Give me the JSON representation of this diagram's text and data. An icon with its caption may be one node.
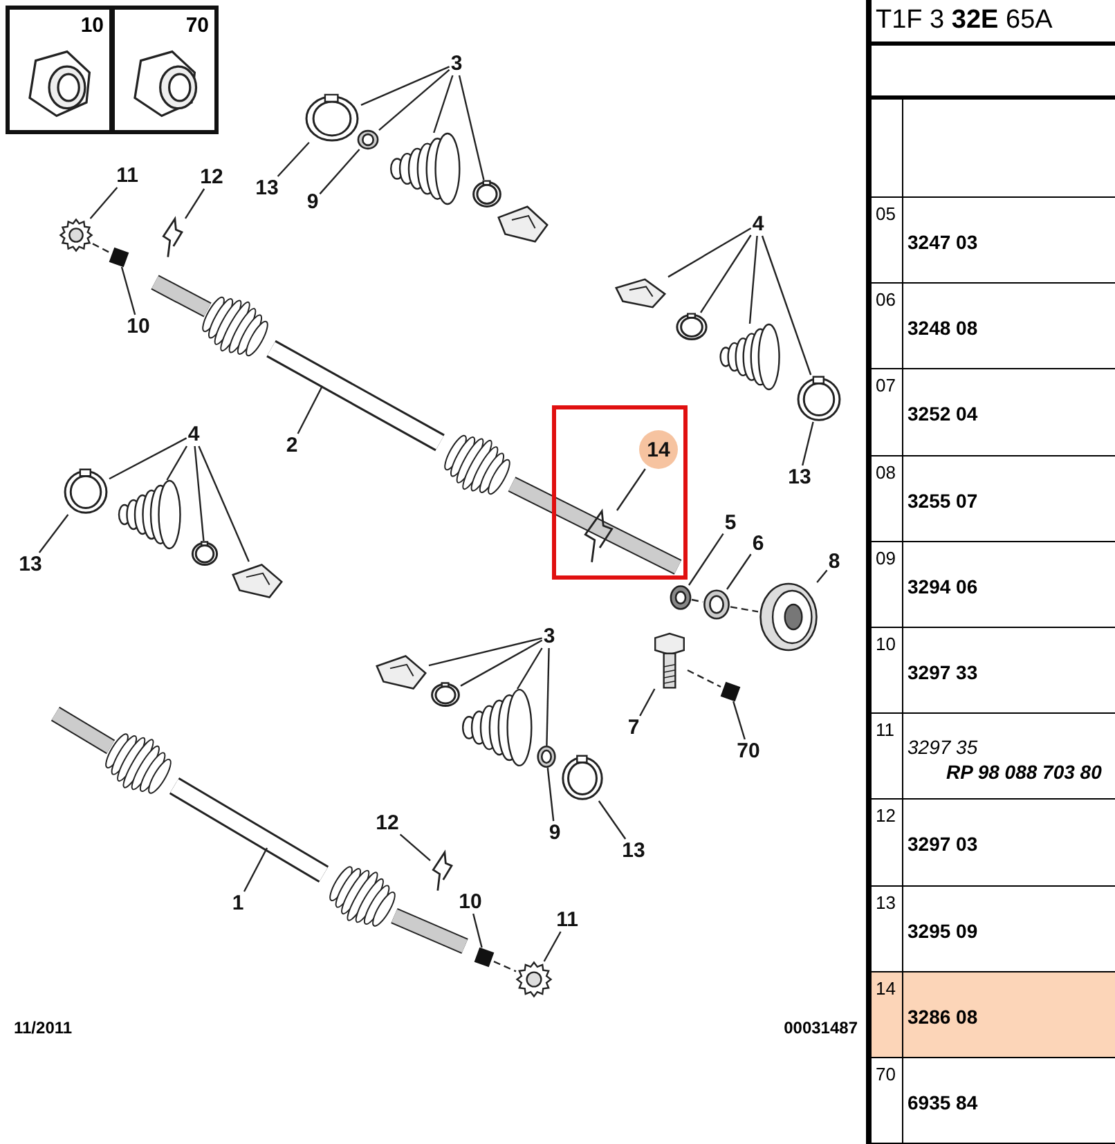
{
  "diagram": {
    "nodes": [
      {
        "text": [
          "10"
        ]
      },
      {
        "text": [
          "70"
        ]
      },
      {
        "text": [
          "3"
        ]
      },
      {
        "text": [
          "13"
        ]
      },
      {
        "text": [
          "9"
        ]
      },
      {
        "text": [
          "11"
        ]
      },
      {
        "text": [
          "12"
        ]
      },
      {
        "text": [
          "4"
        ]
      },
      {
        "text": [
          "10"
        ]
      },
      {
        "text": [
          "2"
        ]
      },
      {
        "text": [
          "4"
        ]
      },
      {
        "text": [
          "14"
        ],
        "in": 34
      },
      {
        "text": [
          "13"
        ]
      },
      {
        "text": [
          "5"
        ]
      },
      {
        "text": [
          "6"
        ]
      },
      {
        "text": [
          "8"
        ]
      },
      {
        "text": [
          "13"
        ]
      },
      {
        "text": [
          "3"
        ]
      },
      {
        "text": [
          "7"
        ]
      },
      {
        "text": [
          "70"
        ]
      },
      {
        "text": [
          "12"
        ]
      },
      {
        "text": [
          "9"
        ]
      },
      {
        "text": [
          "13"
        ]
      },
      {
        "text": [
          "1"
        ]
      },
      {
        "text": [
          "10"
        ]
      },
      {
        "text": [
          "11"
        ]
      },
      {
        "text": [],
        "shape": "picture"
      },
      {
        "text": [],
        "shape": "picture"
      },
      {
        "text": [],
        "shape": "picture"
      },
      {
        "text": [],
        "shape": "picture"
      },
      {
        "text": [],
        "shape": "picture"
      },
      {
        "text": [],
        "shape": "picture"
      },
      {
        "text": [],
        "shape": "picture"
      },
      {
        "text": [],
        "shape": "box"
      },
      {
        "text": [],
        "shape": "box"
      },
      {
        "text": [],
        "shape": "picture"
      },
      {
        "text": [],
        "shape": "picture"
      },
      {
        "text": [],
        "shape": "picture"
      },
      {
        "text": [],
        "shape": "picture"
      },
      {
        "text": [],
        "shape": "picture"
      },
      {
        "text": [],
        "shape": "picture"
      },
      {
        "text": [],
        "shape": "picture"
      },
      {
        "text": [],
        "shape": "picture"
      },
      {
        "text": [],
        "shape": "picture",
        "in": 34
      },
      {
        "text": [],
        "shape": "picture"
      },
      {
        "text": [],
        "shape": "picture"
      },
      {
        "text": [],
        "shape": "picture"
      },
      {
        "text": [],
        "shape": "picture"
      },
      {
        "text": [],
        "shape": "picture"
      },
      {
        "text": [],
        "shape": "picture"
      },
      {
        "text": [],
        "shape": "picture"
      },
      {
        "text": [],
        "shape": "picture"
      },
      {
        "text": [],
        "shape": "picture"
      },
      {
        "text": [],
        "shape": "box"
      },
      {
        "text": [],
        "shape": "picture"
      },
      {
        "text": [],
        "shape": "box"
      },
      {
        "text": [],
        "shape": "picture"
      }
    ],
    "edges": [
      {
        "from": 2,
        "to": 26,
        "arrow": "none"
      },
      {
        "from": 2,
        "to": 27,
        "arrow": "none"
      },
      {
        "from": 2,
        "to": 28,
        "arrow": "none"
      },
      {
        "from": 2,
        "to": 29,
        "arrow": "none"
      },
      {
        "from": 3,
        "to": 26,
        "arrow": "none"
      },
      {
        "from": 4,
        "to": 27,
        "arrow": "none"
      },
      {
        "from": 5,
        "to": 31,
        "arrow": "none"
      },
      {
        "from": 6,
        "to": 32,
        "arrow": "none"
      },
      {
        "from": 8,
        "to": 33,
        "arrow": "none"
      },
      {
        "from": 7,
        "to": 35,
        "arrow": "none"
      },
      {
        "from": 7,
        "to": 36,
        "arrow": "none"
      },
      {
        "from": 7,
        "to": 37,
        "arrow": "none"
      },
      {
        "from": 7,
        "to": 38,
        "arrow": "none"
      },
      {
        "from": 12,
        "to": 38,
        "arrow": "none"
      },
      {
        "from": 9,
        "to": null,
        "arrow": "none"
      },
      {
        "from": 10,
        "to": 39,
        "arrow": "none"
      },
      {
        "from": 10,
        "to": 40,
        "arrow": "none"
      },
      {
        "from": 10,
        "to": 41,
        "arrow": "none"
      },
      {
        "from": 10,
        "to": 42,
        "arrow": "none"
      },
      {
        "from": 16,
        "to": 39,
        "arrow": "none"
      },
      {
        "from": 11,
        "to": 43,
        "arrow": "none"
      },
      {
        "from": 13,
        "to": 44,
        "arrow": "none"
      },
      {
        "from": 14,
        "to": 45,
        "arrow": "none"
      },
      {
        "from": 15,
        "to": 46,
        "arrow": "none"
      },
      {
        "from": 17,
        "to": 47,
        "arrow": "none"
      },
      {
        "from": 17,
        "to": 48,
        "arrow": "none"
      },
      {
        "from": 17,
        "to": 49,
        "arrow": "none"
      },
      {
        "from": 17,
        "to": 50,
        "arrow": "none"
      },
      {
        "from": 21,
        "to": 50,
        "arrow": "none"
      },
      {
        "from": 22,
        "to": 51,
        "arrow": "none"
      },
      {
        "from": 18,
        "to": 52,
        "arrow": "none"
      },
      {
        "from": 19,
        "to": 53,
        "arrow": "none"
      },
      {
        "from": 20,
        "to": 54,
        "arrow": "none"
      },
      {
        "from": 23,
        "to": null,
        "arrow": "none"
      },
      {
        "from": 24,
        "to": 55,
        "arrow": "none"
      },
      {
        "from": 25,
        "to": 56,
        "arrow": "none"
      },
      {
        "from": 31,
        "to": 33,
        "arrow": "none",
        "style": "dashed"
      },
      {
        "from": 44,
        "to": 45,
        "arrow": "none",
        "style": "dashed"
      },
      {
        "from": 45,
        "to": 46,
        "arrow": "none",
        "style": "dashed"
      },
      {
        "from": 52,
        "to": 53,
        "arrow": "none",
        "style": "dashed"
      },
      {
        "from": 55,
        "to": 56,
        "arrow": "none",
        "style": "dashed"
      }
    ],
    "labels": [
      "11/2011",
      "00031487",
      "T1F 3 **32E** 65A",
      "05",
      "3247 03",
      "06",
      "3248 08",
      "07",
      "3252 04",
      "08",
      "3255 07",
      "09",
      "3294 06",
      "10",
      "3297 33",
      "11",
      "3297 35",
      "RP 98 088 703 80",
      "12",
      "3297 03",
      "13",
      "3295 09",
      "14",
      "3286 08",
      "70",
      "6935 84"
    ]
  }
}
